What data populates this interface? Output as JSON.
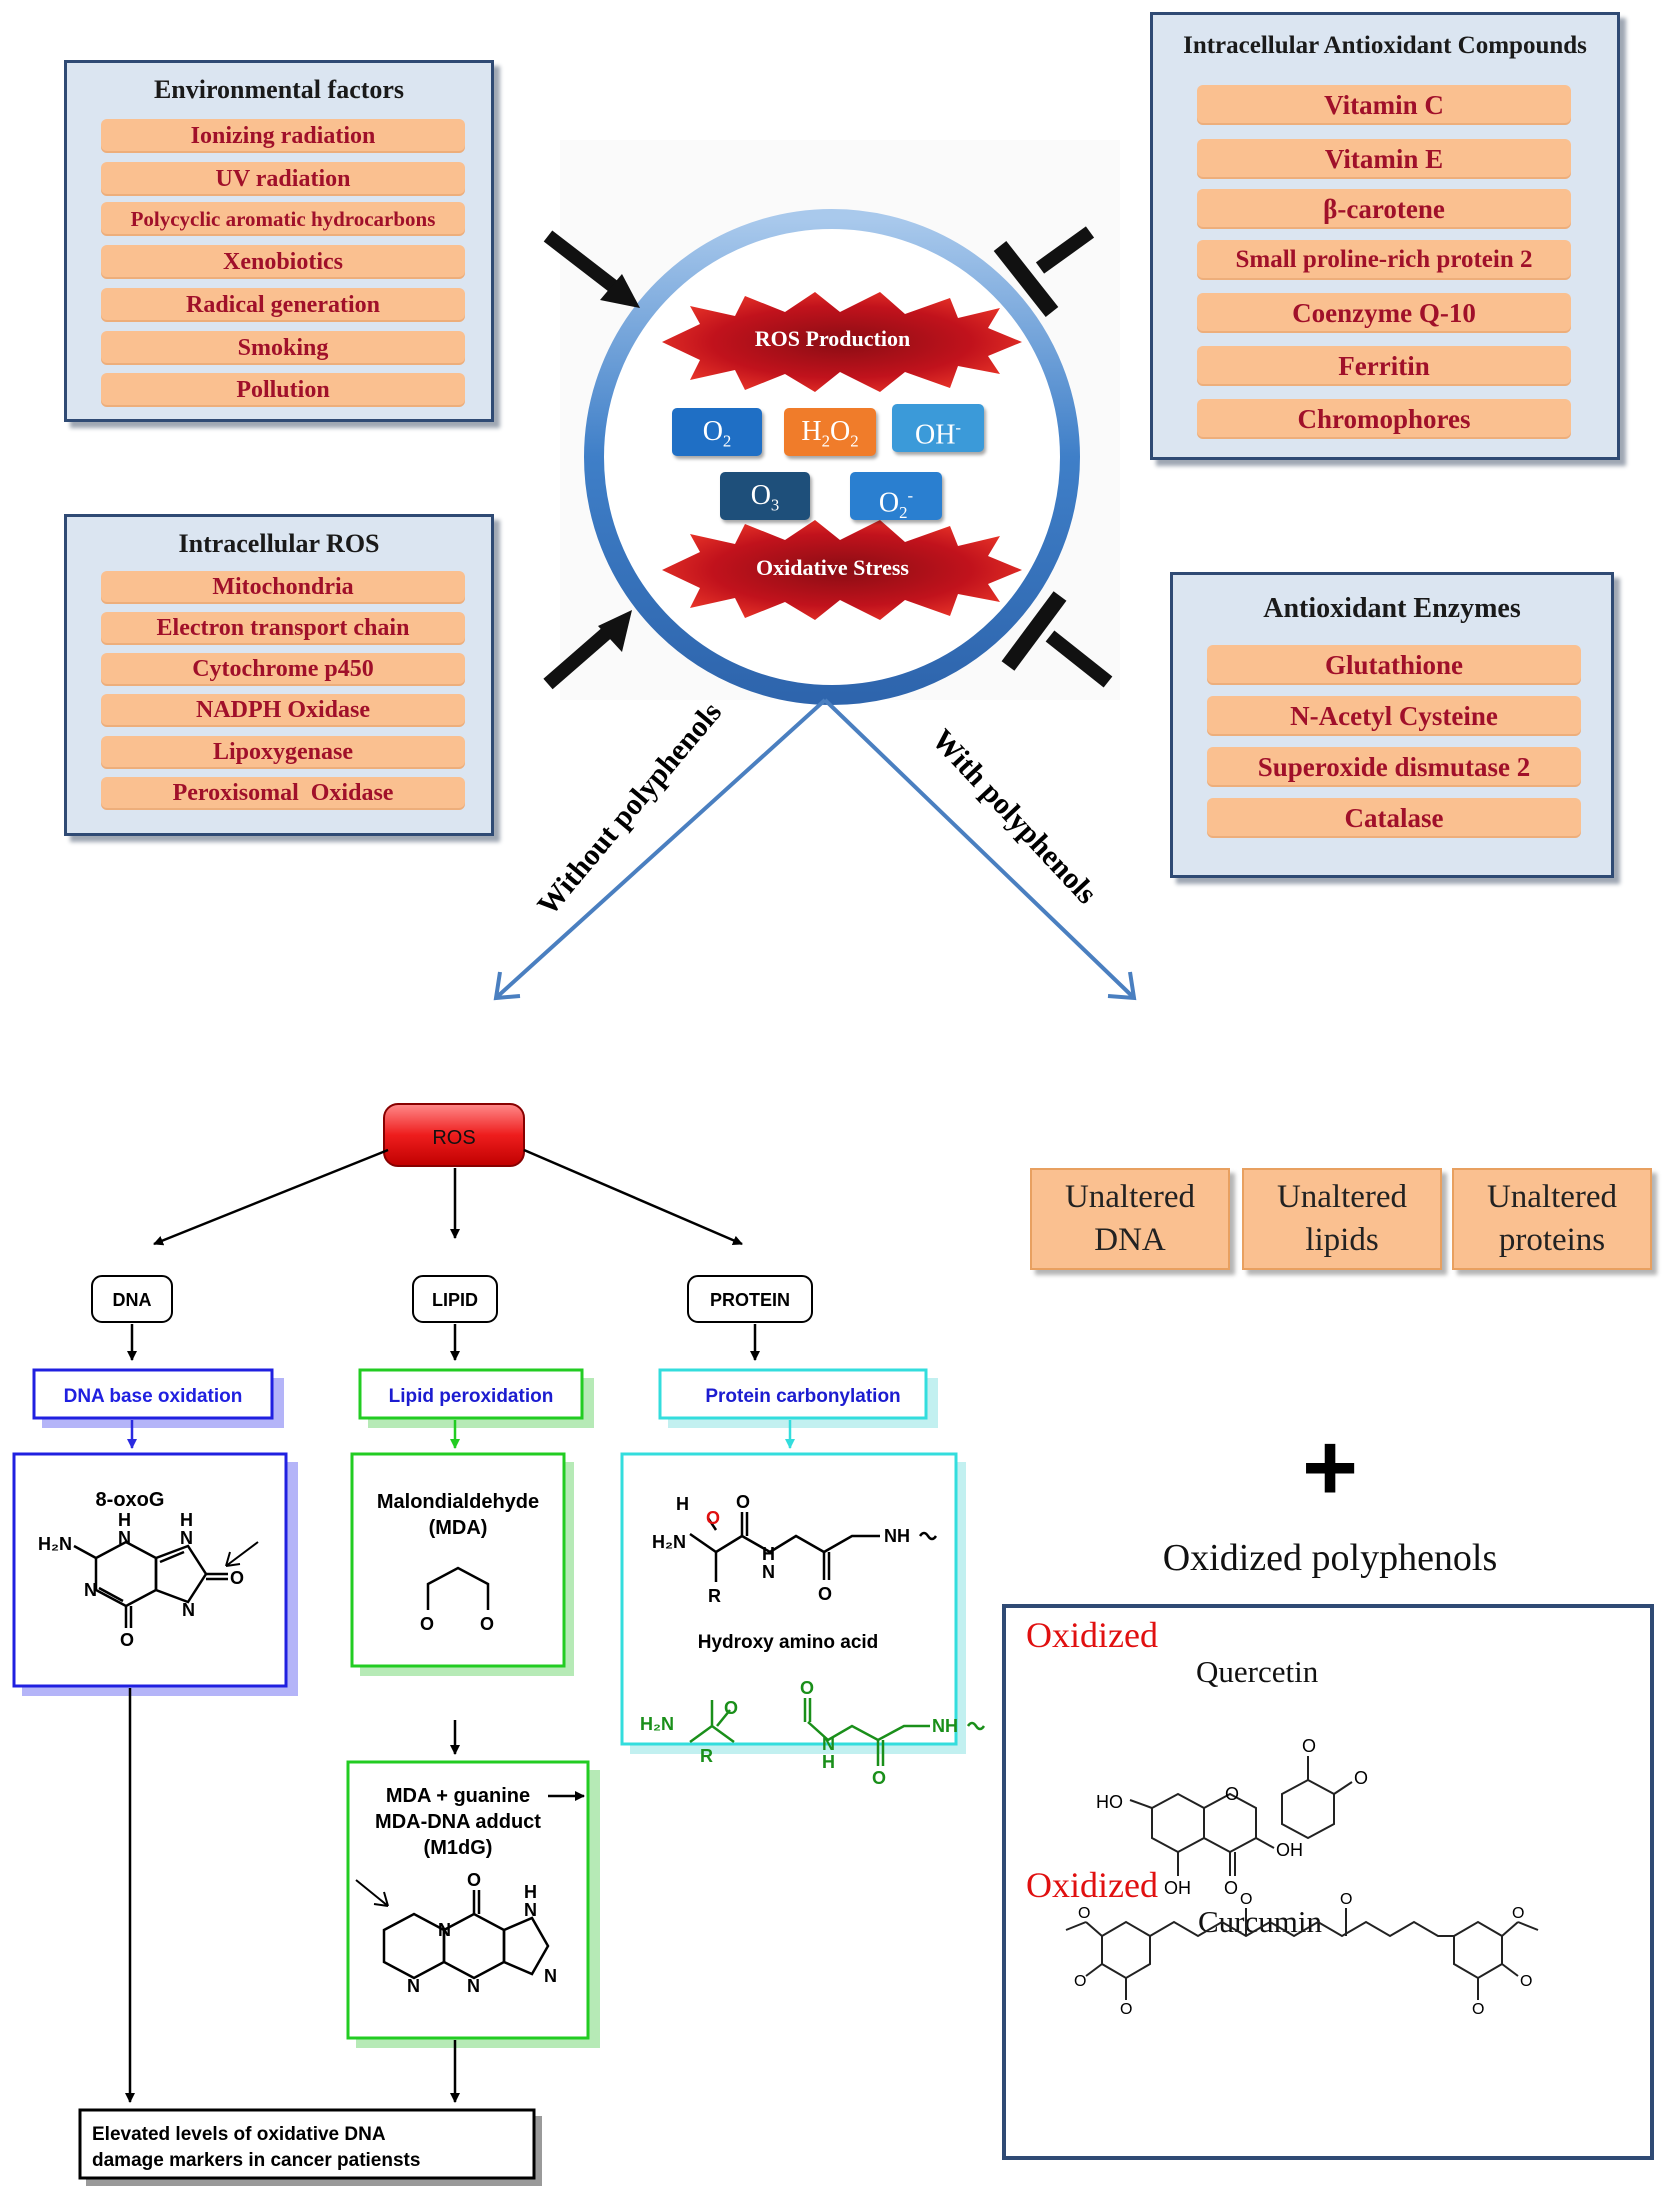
{
  "environmental": {
    "title": "Environmental factors",
    "items": [
      "Ionizing radiation",
      "UV radiation",
      "Polycyclic aromatic hydrocarbons",
      "Xenobiotics",
      "Radical generation",
      "Smoking",
      "Pollution"
    ]
  },
  "intracellular_ros": {
    "title": "Intracellular ROS",
    "items": [
      "Mitochondria",
      "Electron transport chain",
      "Cytochrome p450",
      "NADPH Oxidase",
      "Lipoxygenase",
      "Peroxisomal  Oxidase"
    ]
  },
  "antioxidant_compounds": {
    "title": "Intracellular Antioxidant Compounds",
    "items": [
      "Vitamin C",
      "Vitamin E",
      "β-carotene",
      "Small proline-rich protein 2",
      "Coenzyme Q-10",
      "Ferritin",
      "Chromophores"
    ]
  },
  "antioxidant_enzymes": {
    "title": "Antioxidant Enzymes",
    "items": [
      "Glutathione",
      "N-Acetyl Cysteine",
      "Superoxide dismutase 2",
      "Catalase"
    ]
  },
  "center": {
    "ros_production": "ROS Production",
    "oxidative_stress": "Oxidative Stress",
    "species": {
      "o2": {
        "base": "O",
        "sub": "2",
        "sup": "",
        "color": "#1f6fc5"
      },
      "h2o2": {
        "base": "H",
        "sub": "2",
        "mid": "O",
        "sub2": "2",
        "color": "#f07c2a"
      },
      "oh": {
        "base": "OH",
        "sub": "",
        "sup": "-",
        "color": "#3b9ad9"
      },
      "o3": {
        "base": "O",
        "sub": "3",
        "sup": "",
        "color": "#1e4f7a"
      },
      "o2m": {
        "base": "O",
        "sub": "2",
        "sup": "-",
        "color": "#2a7fd0"
      }
    }
  },
  "branches": {
    "without": "Without polyphenols",
    "with": "With polyphenols"
  },
  "pathway": {
    "ros": "ROS",
    "dna": "DNA",
    "lipid": "LIPID",
    "protein": "PROTEIN",
    "dna_process": "DNA base oxidation",
    "lipid_process": "Lipid peroxidation",
    "protein_process": "Protein carbonylation",
    "oxog": "8-oxoG",
    "mda_line1": "Malondialdehyde",
    "mda_line2": "(MDA)",
    "adduct_line1": "MDA + guanine",
    "adduct_line2": "MDA-DNA adduct",
    "adduct_line3": "(M1dG)",
    "hydroxy": "Hydroxy amino acid",
    "outcome_line1": "Elevated levels of oxidative DNA",
    "outcome_line2": "damage markers in cancer patiensts"
  },
  "unaltered": [
    {
      "line1": "Unaltered",
      "line2": "DNA"
    },
    {
      "line1": "Unaltered",
      "line2": "lipids"
    },
    {
      "line1": "Unaltered",
      "line2": "proteins"
    }
  ],
  "plus": "+",
  "oxidized_polyphenols": "Oxidized polyphenols",
  "oxidized_box": {
    "oxidized1": "Oxidized",
    "quercetin": "Quercetin",
    "oxidized2": "Oxidized",
    "curcumin": "Curcumin"
  },
  "chem": {
    "h2n": "H₂N",
    "h": "H",
    "n": "N",
    "o": "O",
    "r": "R",
    "nh": "NH",
    "ho": "HO",
    "oh": "OH"
  },
  "colors": {
    "panel_bg": "#dbe5f1",
    "panel_border": "#2f4a74",
    "pill_bg": "#fac090",
    "pill_text": "#a0102a",
    "dna_blue": "#2020e0",
    "lipid_green": "#22cc22",
    "protein_cyan": "#33dddd",
    "oxidized_red": "#e01010"
  }
}
